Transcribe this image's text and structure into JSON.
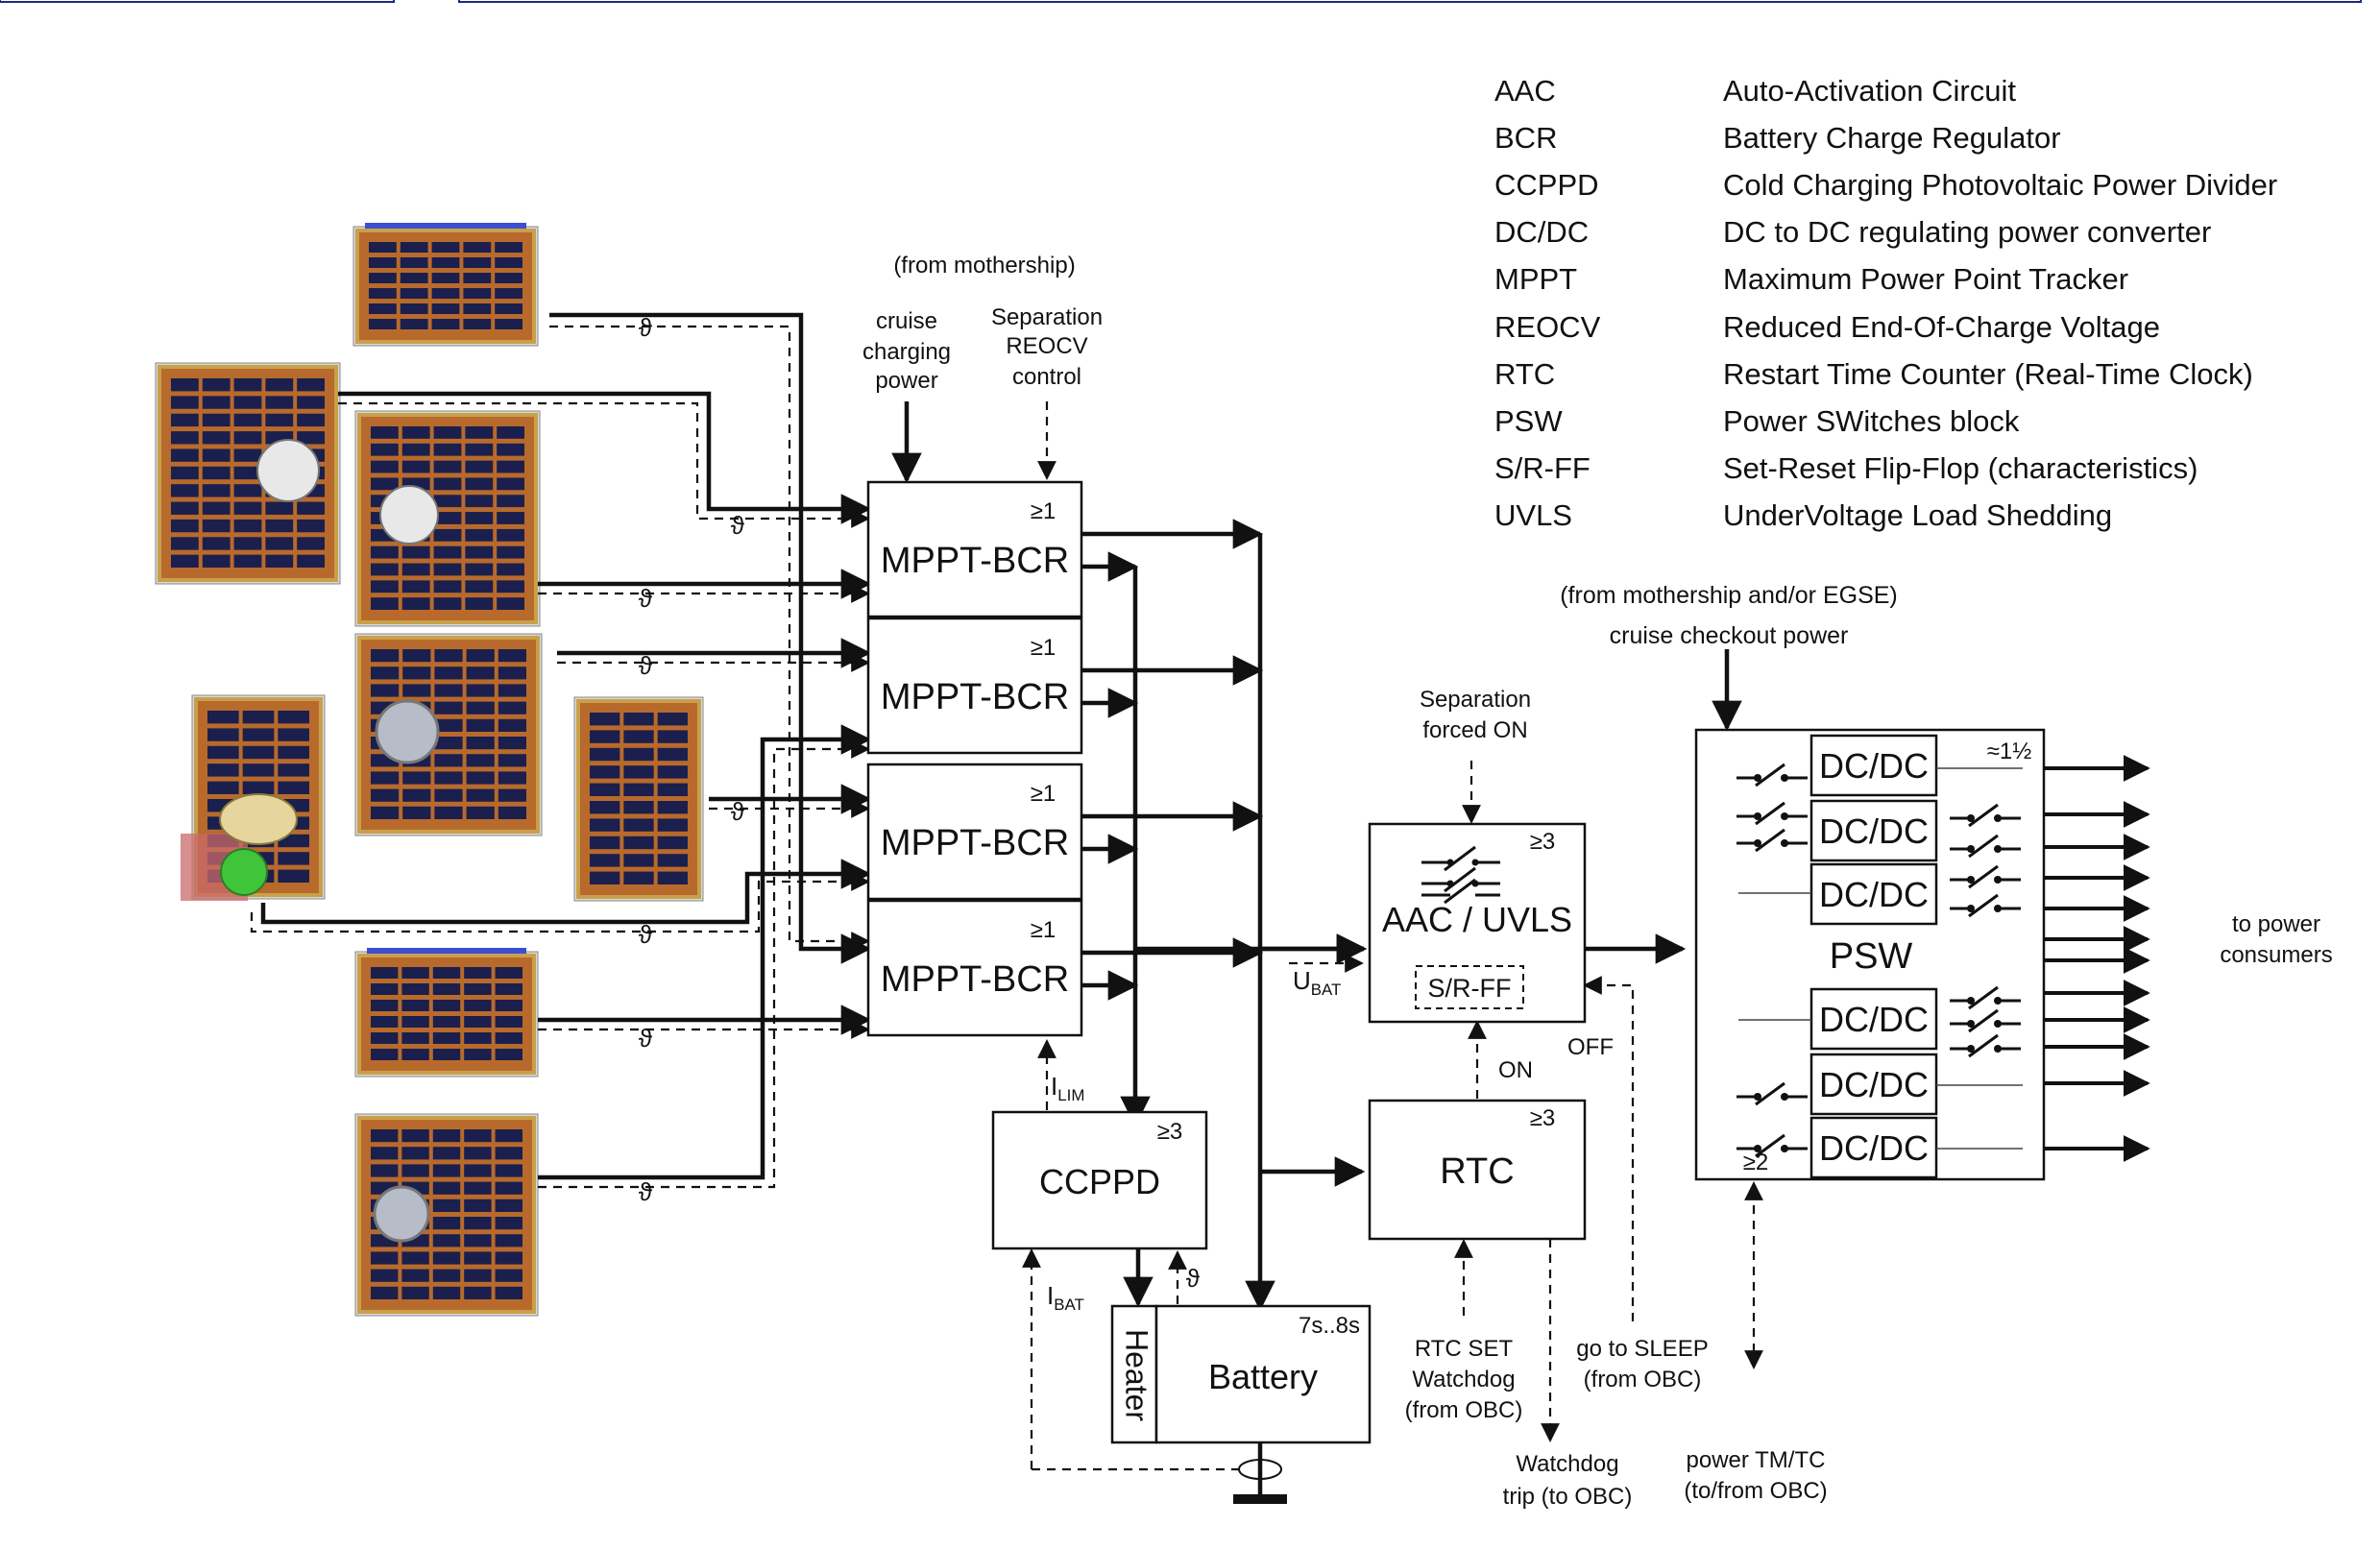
{
  "glossary": [
    {
      "abbr": "AAC",
      "def": "Auto-Activation Circuit"
    },
    {
      "abbr": "BCR",
      "def": "Battery Charge Regulator"
    },
    {
      "abbr": "CCPPD",
      "def": "Cold Charging Photovoltaic Power Divider"
    },
    {
      "abbr": "DC/DC",
      "def": "DC to DC regulating power converter"
    },
    {
      "abbr": "MPPT",
      "def": "Maximum Power Point Tracker"
    },
    {
      "abbr": "REOCV",
      "def": "Reduced End-Of-Charge Voltage"
    },
    {
      "abbr": "RTC",
      "def": "Restart Time Counter (Real-Time Clock)"
    },
    {
      "abbr": "PSW",
      "def": "Power SWitches block"
    },
    {
      "abbr": "S/R-FF",
      "def": "Set-Reset Flip-Flop (characteristics)"
    },
    {
      "abbr": "UVLS",
      "def": "UnderVoltage Load Shedding"
    }
  ],
  "labels": {
    "from_mothership": "(from mothership)",
    "cruise_1": "cruise",
    "cruise_2": "charging",
    "cruise_3": "power",
    "sep_reocv_1": "Separation",
    "sep_reocv_2": "REOCV",
    "sep_reocv_3": "control",
    "from_mothership_egse": "(from mothership and/or EGSE)",
    "cruise_checkout": "cruise checkout power",
    "sep_forced_1": "Separation",
    "sep_forced_2": "forced ON",
    "ubat_main": "U",
    "ubat_sub": "BAT",
    "ilim_main": "I",
    "ilim_sub": "LIM",
    "ibat_main": "I",
    "ibat_sub": "BAT",
    "on": "ON",
    "off": "OFF",
    "theta": "ϑ",
    "rtc_set_1": "RTC SET",
    "rtc_set_2": "Watchdog",
    "rtc_set_3": "(from OBC)",
    "sleep_1": "go to SLEEP",
    "sleep_2": "(from OBC)",
    "wd_trip_1": "Watchdog",
    "wd_trip_2": "trip (to OBC)",
    "tmtc_1": "power TM/TC",
    "tmtc_2": "(to/from OBC)",
    "consumers_1": "to power",
    "consumers_2": "consumers"
  },
  "blocks": {
    "mppt_title": "MPPT-BCR",
    "mppt_count": "≥1",
    "ccppd_title": "CCPPD",
    "ccppd_count": "≥3",
    "heater_title": "Heater",
    "battery_title": "Battery",
    "battery_count": "7s..8s",
    "aac_title": "AAC / UVLS",
    "aac_count": "≥3",
    "srff_title": "S/R-FF",
    "rtc_title": "RTC",
    "rtc_count": "≥3",
    "psw_title": "PSW",
    "dcdc_title": "DC/DC",
    "psw_top_count": "≈1½",
    "psw_bottom_count": "≥2"
  },
  "colors": {
    "panel_frame": "#c9a04a",
    "panel_substrate": "#b86a2c",
    "solar_cell": "#1b1f4d",
    "edge_blue": "#3a4fd1",
    "line": "#111111"
  }
}
